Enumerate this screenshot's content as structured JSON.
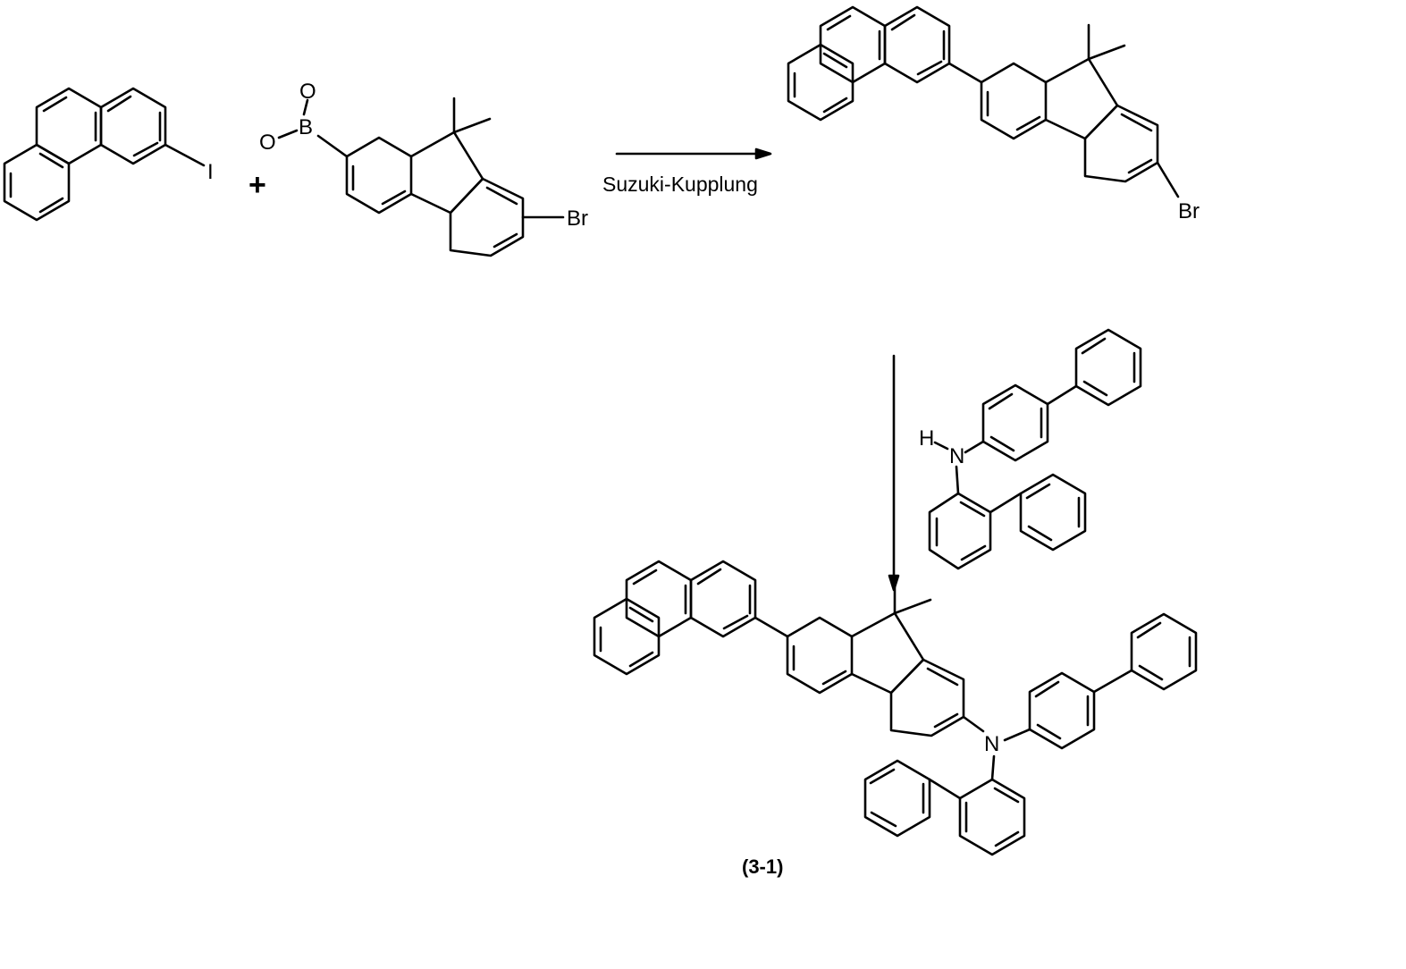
{
  "reaction_scheme": {
    "reagent_plus": "+",
    "step1_condition": "Suzuki-Kupplung",
    "atom_labels": {
      "iodine": "I",
      "boron": "B",
      "oxygen": "O",
      "bromine": "Br",
      "nitrogen": "N",
      "hydrogen": "H"
    },
    "product_label": "(3-1)"
  },
  "colors": {
    "ink": "#000000",
    "background": "#ffffff"
  }
}
